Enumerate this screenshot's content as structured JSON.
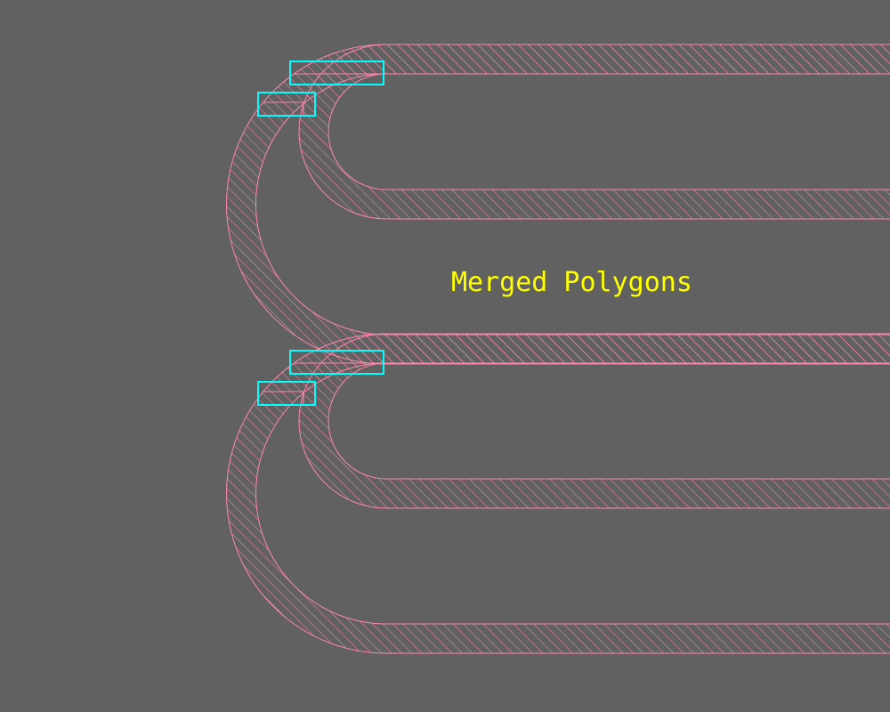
{
  "canvas": {
    "background": "#616161"
  },
  "title": {
    "text": "Merged Polygons",
    "color": "#ffff00"
  },
  "polygons": {
    "stroke_color": "#ff88aa",
    "hatch_color": "#ff88aa",
    "groups": [
      {
        "name": "merged-group-upper"
      },
      {
        "name": "merged-group-lower"
      }
    ]
  },
  "markers": {
    "color": "#00ffff"
  }
}
